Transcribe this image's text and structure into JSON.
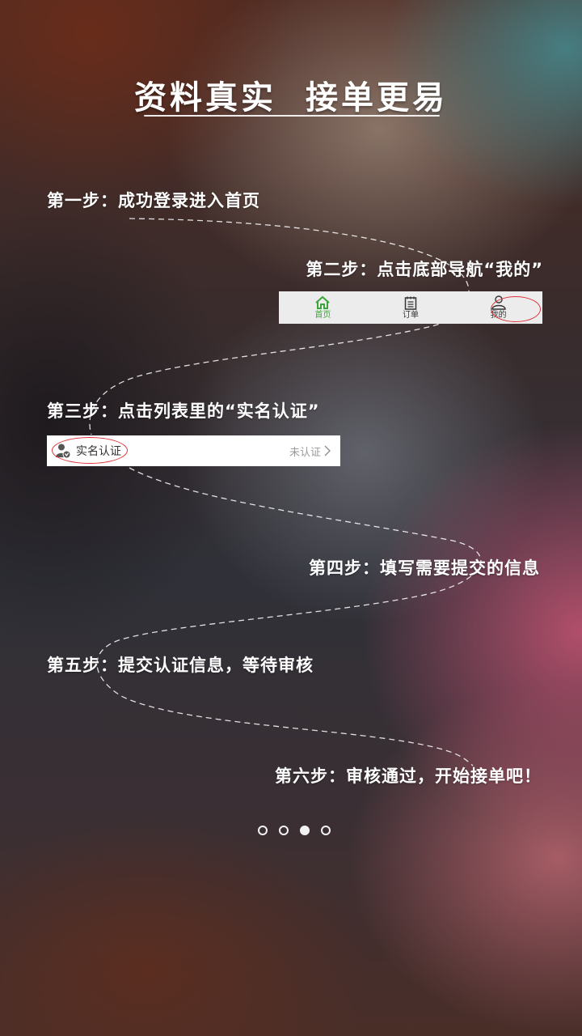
{
  "title": {
    "left": "资料真实",
    "right": "接单更易"
  },
  "steps": [
    {
      "label": "第一步：成功登录进入首页"
    },
    {
      "label": "第二步：点击底部导航“我的”"
    },
    {
      "label": "第三步：点击列表里的“实名认证”"
    },
    {
      "label": "第四步：填写需要提交的信息"
    },
    {
      "label": "第五步：提交认证信息，等待审核"
    },
    {
      "label": "第六步：审核通过，开始接单吧！"
    }
  ],
  "navbar": {
    "items": [
      {
        "label": "首页",
        "icon": "home-icon",
        "active": true
      },
      {
        "label": "订单",
        "icon": "clipboard-icon",
        "active": false
      },
      {
        "label": "我的",
        "icon": "user-icon",
        "active": false,
        "highlighted": true
      }
    ]
  },
  "verify_row": {
    "label": "实名认证",
    "status": "未认证",
    "icon": "verified-user-icon",
    "chevron": "chevron-right-icon"
  },
  "pager": {
    "count": 4,
    "active_index": 2
  },
  "colors": {
    "highlight_ring": "#e0343b",
    "active_nav": "#3aa63a",
    "text": "#ffffff"
  }
}
